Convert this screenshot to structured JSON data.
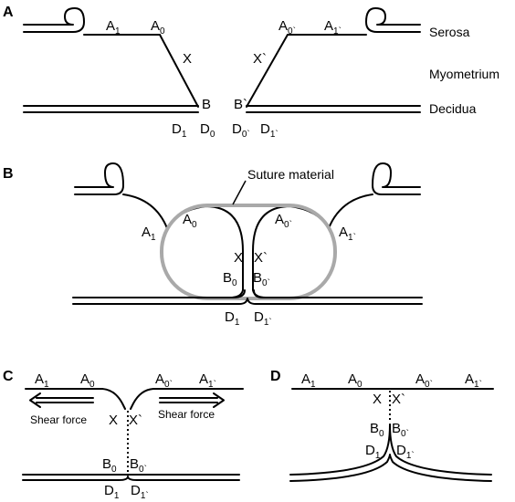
{
  "panels": {
    "A": {
      "letter": "A",
      "layers": {
        "serosa": "Serosa",
        "myometrium": "Myometrium",
        "decidua": "Decidua"
      },
      "points": {
        "A1": "A",
        "A0": "A",
        "X": "X",
        "Xp": "X`",
        "A0p": "A",
        "A1p": "A",
        "B": "B",
        "Bp": "B`",
        "D1": "D",
        "D0": "D",
        "D0p": "D",
        "D1p": "D"
      }
    },
    "B": {
      "letter": "B",
      "suture_label": "Suture material",
      "points": {
        "A1": "A",
        "A0": "A",
        "A0p": "A",
        "A1p": "A",
        "X": "X",
        "Xp": "X`",
        "B0": "B",
        "B0p": "B",
        "D1": "D",
        "D1p": "D"
      }
    },
    "C": {
      "letter": "C",
      "shear_left": "Shear force",
      "shear_right": "Shear force",
      "points": {
        "A1": "A",
        "A0": "A",
        "A0p": "A",
        "A1p": "A",
        "X": "X",
        "Xp": "X`",
        "B0": "B",
        "B0p": "B",
        "D1": "D",
        "D1p": "D"
      }
    },
    "D": {
      "letter": "D",
      "points": {
        "A1": "A",
        "A0": "A",
        "A0p": "A",
        "A1p": "A",
        "X": "X",
        "Xp": "X`",
        "B0": "B",
        "B0p": "B",
        "D1": "D",
        "D1p": "D"
      }
    }
  },
  "subscripts": {
    "one": "1",
    "zero": "0",
    "one_prime": "1`",
    "zero_prime": "0`",
    "prime_mark": "`"
  }
}
